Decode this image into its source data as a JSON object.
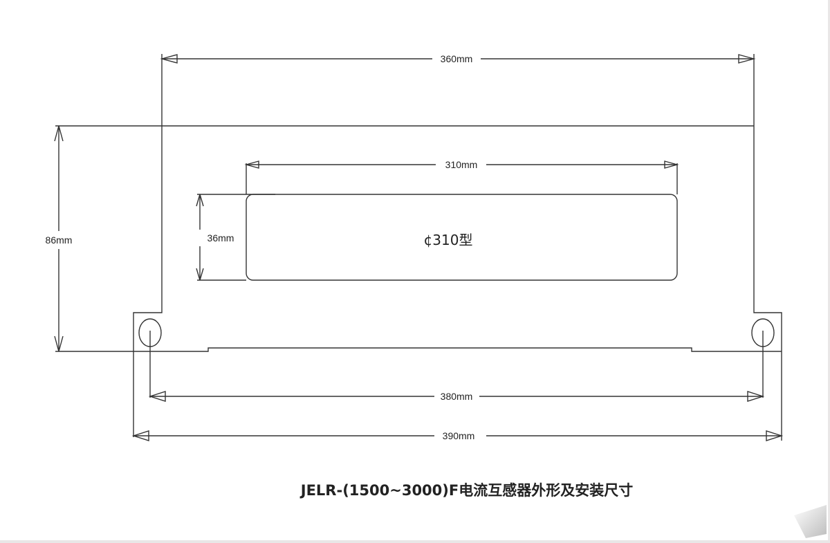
{
  "dimensions": {
    "overall_width": "360mm",
    "window_width": "310mm",
    "height": "86mm",
    "window_height": "36mm",
    "hole_spacing": "380mm",
    "base_width": "390mm"
  },
  "model_label": "¢310型",
  "title": "JELR-(1500~3000)F电流互感器外形及安装尺寸"
}
